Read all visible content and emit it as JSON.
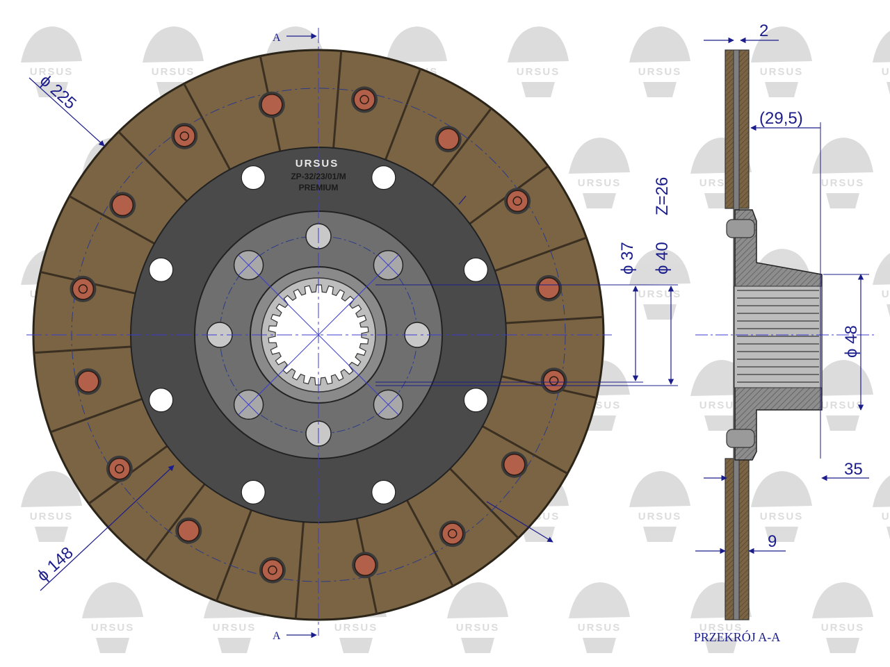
{
  "watermark": {
    "text": "URSUS",
    "color": "#d9d9d9"
  },
  "front_view": {
    "section_marker_top": "A",
    "section_marker_bottom": "A",
    "label_brand": "URSUS",
    "label_part_number": "ZP-32/23/01/M",
    "label_variant": "PREMIUM"
  },
  "dimensions": {
    "outer_diameter": "ϕ 225",
    "inner_lining_diameter": "ϕ 148",
    "spline_minor": "ϕ 37",
    "spline_major": "ϕ 40",
    "teeth": "Z=26",
    "hub_diameter": "ϕ 48",
    "disc_thickness": "2",
    "hub_offset": "(29,5)",
    "hub_length": "35",
    "lining_thickness": "9"
  },
  "section_label": "PRZEKRÓJ A-A",
  "colors": {
    "lining": "#7a6444",
    "lining_edge": "#3a2f20",
    "plate": "#4a4a4a",
    "hub": "#707070",
    "rivet": "#b2604a",
    "dimension": "#1b1d8a",
    "section_line": "#3b3bd0"
  }
}
